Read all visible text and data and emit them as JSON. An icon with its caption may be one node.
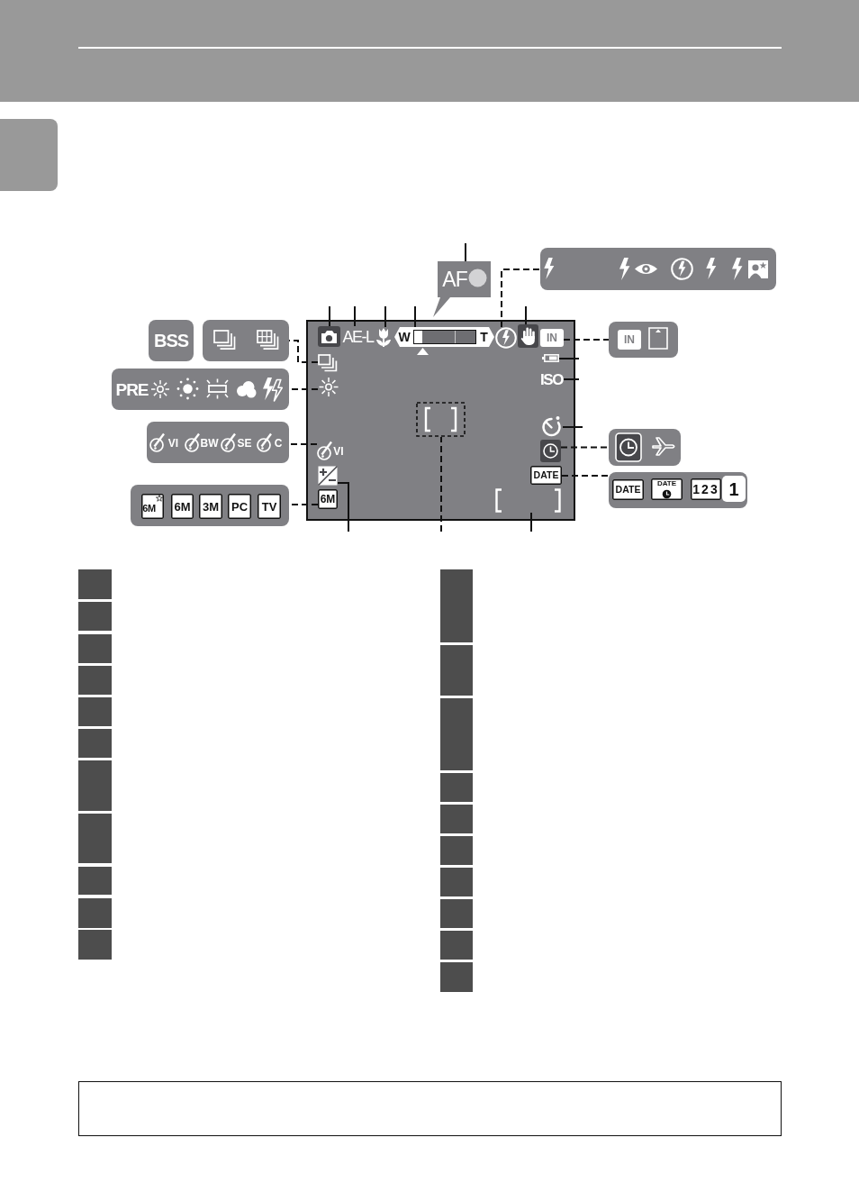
{
  "diagram": {
    "nodes": [
      {
        "text": [],
        "shape": "box"
      },
      {
        "text": [
          "AF"
        ]
      },
      {
        "text": [],
        "shape": "box"
      },
      {
        "text": [
          "BSS"
        ]
      },
      {
        "text": [],
        "shape": "box"
      },
      {
        "text": [],
        "shape": "box"
      },
      {
        "text": [],
        "shape": "picture",
        "in": 5
      },
      {
        "text": [
          "AE-L"
        ],
        "in": 5
      },
      {
        "text": [],
        "shape": "picture",
        "in": 5
      },
      {
        "text": [
          "W",
          "T"
        ],
        "in": 5
      },
      {
        "text": [],
        "shape": "picture",
        "in": 5
      },
      {
        "text": [],
        "shape": "picture",
        "in": 5
      },
      {
        "text": [
          "IN"
        ],
        "in": 5
      },
      {
        "text": [],
        "shape": "picture",
        "in": 5
      },
      {
        "text": [],
        "shape": "picture",
        "in": 5
      },
      {
        "text": [],
        "shape": "picture",
        "in": 5
      },
      {
        "text": [
          "ISO"
        ],
        "in": 5
      },
      {
        "text": [],
        "shape": "box",
        "in": 5
      },
      {
        "text": [],
        "shape": "picture",
        "in": 5
      },
      {
        "text": [],
        "shape": "picture",
        "in": 5
      },
      {
        "text": [
          "VI"
        ],
        "in": 5
      },
      {
        "text": [],
        "shape": "picture",
        "in": 5
      },
      {
        "text": [
          "DATE"
        ],
        "in": 5
      },
      {
        "text": [
          "6M"
        ],
        "in": 5
      },
      {
        "text": [],
        "shape": "brackets",
        "in": 5
      },
      {
        "text": [
          "IN"
        ]
      },
      {
        "text": [
          "PRE"
        ]
      },
      {
        "text": [],
        "shape": "box"
      },
      {
        "text": [
          "VI",
          "BW",
          "SE",
          "C"
        ]
      },
      {
        "text": [
          "DATE",
          "DATE",
          "123",
          "1"
        ]
      },
      {
        "text": [
          "6M",
          "6M",
          "3M",
          "PC",
          "TV"
        ]
      }
    ],
    "edges": [
      {
        "from": null,
        "to": 1,
        "arrow": "none"
      },
      {
        "from": 10,
        "to": 2,
        "arrow": "none",
        "style": "dashed"
      },
      {
        "from": null,
        "to": 6,
        "arrow": "none"
      },
      {
        "from": null,
        "to": 7,
        "arrow": "none"
      },
      {
        "from": null,
        "to": 8,
        "arrow": "none"
      },
      {
        "from": null,
        "to": 9,
        "arrow": "none"
      },
      {
        "from": null,
        "to": 11,
        "arrow": "none"
      },
      {
        "from": 12,
        "to": 25,
        "arrow": "none",
        "style": "dashed"
      },
      {
        "from": 13,
        "to": 4,
        "arrow": "none",
        "style": "dashed"
      },
      {
        "from": 14,
        "to": 26,
        "arrow": "none",
        "style": "dashed"
      },
      {
        "from": null,
        "to": 15,
        "arrow": "none"
      },
      {
        "from": null,
        "to": 16,
        "arrow": "none"
      },
      {
        "from": null,
        "to": 18,
        "arrow": "none"
      },
      {
        "from": 19,
        "to": 27,
        "arrow": "none",
        "style": "dashed"
      },
      {
        "from": 20,
        "to": 28,
        "arrow": "none",
        "style": "dashed"
      },
      {
        "from": 22,
        "to": 29,
        "arrow": "none",
        "style": "dashed"
      },
      {
        "from": 23,
        "to": 30,
        "arrow": "none",
        "style": "dashed"
      },
      {
        "from": null,
        "to": 21,
        "arrow": "none"
      },
      {
        "from": null,
        "to": 17,
        "arrow": "none",
        "style": "dashed"
      },
      {
        "from": null,
        "to": 24,
        "arrow": "none"
      }
    ]
  }
}
